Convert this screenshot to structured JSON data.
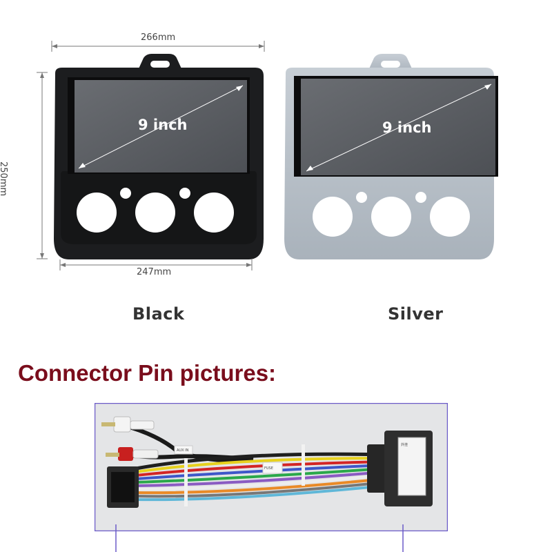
{
  "dimensions": {
    "width_top": "266mm",
    "width_bottom": "247mm",
    "height": "250mm"
  },
  "panels": [
    {
      "color_name": "Black",
      "screen_size": "9 inch",
      "frame_color": "#1c1d1f"
    },
    {
      "color_name": "Silver",
      "screen_size": "9 inch",
      "frame_color": "#b9c1c9"
    }
  ],
  "section": {
    "title": "Connector Pin pictures:"
  },
  "harness": {
    "frame_color": "#6a5ac8",
    "background": "#e4e5e7"
  }
}
